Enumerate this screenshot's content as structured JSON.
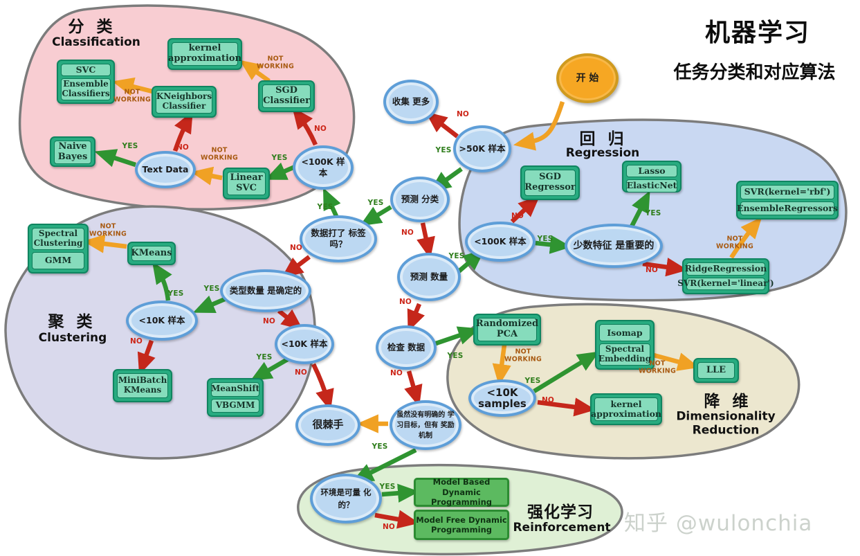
{
  "title": {
    "main": "机器学习",
    "subtitle": "任务分类和对应算法"
  },
  "watermark": "知乎 @wulonchia",
  "start_label": "开 始",
  "edge_labels": {
    "yes": "YES",
    "no": "NO",
    "not_working": "NOT WORKING"
  },
  "regions": {
    "classification": {
      "zh": "分 类",
      "en": "Classification"
    },
    "regression": {
      "zh": "回 归",
      "en": "Regression"
    },
    "clustering": {
      "zh": "聚 类",
      "en": "Clustering"
    },
    "dimensionality_reduction": {
      "zh": "降 维",
      "en": "Dimensionality Reduction"
    },
    "reinforcement": {
      "zh": "强化学习",
      "en": "Reinforcement"
    }
  },
  "decisions": {
    "collect_more": "收集 更多",
    "gt50k_samples": ">50K 样本",
    "predict_category": "预测 分类",
    "data_labeled": "数据打了 标签吗？",
    "predict_quantity": "预测 数量",
    "lt100k_classification": "<100K 样本",
    "text_data": "Text Data",
    "lt100k_regression": "<100K 样本",
    "few_features_important": "少数特征 是重要的",
    "category_count_known": "类型数量 是确定的",
    "lt10k_clustering_1": "<10K 样本",
    "lt10k_clustering_2": "<10K 样本",
    "examine_data": "检查 数据",
    "lt10k_samples": "<10K samples",
    "tough_luck": "很棘手",
    "reward_mechanism": "虽然没有明确的 学习目标，但有 奖励机制",
    "environment_quantifiable": "环境是可量 化的？"
  },
  "algorithms": {
    "svc": "SVC",
    "ensemble_classifiers": "Ensemble Classifiers",
    "kernel_approximation_clf": "kernel approximation",
    "kneighbors_classifier": "KNeighbors Classifier",
    "sgd_classifier": "SGD Classifier",
    "naive_bayes": "Naive Bayes",
    "linear_svc": "Linear SVC",
    "sgd_regressor": "SGD Regressor",
    "lasso": "Lasso",
    "elasticnet": "ElasticNet",
    "svr_rbf": "SVR(kernel='rbf')",
    "ensemble_regressors": "EnsembleRegressors",
    "ridge_regression": "RidgeRegression",
    "svr_linear": "SVR(kernel='linear')",
    "spectral_clustering": "Spectral Clustering",
    "gmm": "GMM",
    "kmeans": "KMeans",
    "minibatch_kmeans": "MiniBatch KMeans",
    "meanshift": "MeanShift",
    "vbgmm": "VBGMM",
    "randomized_pca": "Randomized PCA",
    "isomap": "Isomap",
    "spectral_embedding": "Spectral Embedding",
    "lle": "LLE",
    "kernel_approximation_dr": "kernel approximation",
    "model_based_dp": "Model Based Dynamic Programming",
    "model_free_dp": "Model Free Dynamic Programming"
  }
}
